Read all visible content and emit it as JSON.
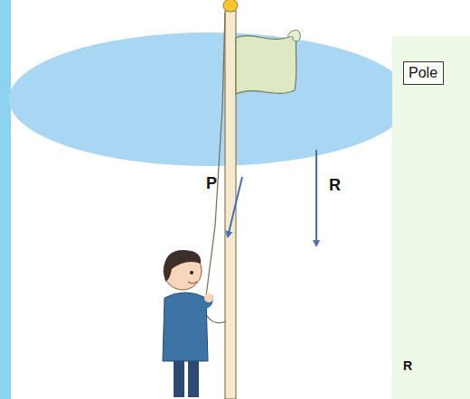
{
  "diagram": {
    "nodes": [
      {
        "text": [
          "Pole"
        ]
      }
    ],
    "labels": [
      "P",
      "R",
      "R"
    ]
  }
}
